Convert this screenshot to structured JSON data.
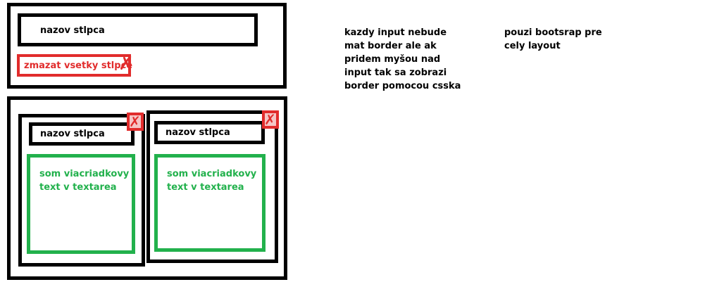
{
  "top_panel": {
    "column_name": "nazov stlpca",
    "delete_all_label": "zmazat vsetky stlpce",
    "delete_icon": "x-icon"
  },
  "columns": [
    {
      "name": "nazov stlpca",
      "textarea_text": "som viacriadkovy\ntext v textarea",
      "close_icon": "x-icon"
    },
    {
      "name": "nazov stlpca",
      "textarea_text": "som viacriadkovy\ntext v textarea",
      "close_icon": "x-icon"
    }
  ],
  "notes": {
    "hover_border": "kazdy input nebude\nmat border ale ak\npridem myšou nad\ninput tak sa zobrazi\nborder pomocou csska",
    "bootstrap": "pouzi bootsrap pre\ncely layout"
  },
  "colors": {
    "outline": "#000000",
    "danger": "#e12c2c",
    "textarea": "#22b14c"
  }
}
